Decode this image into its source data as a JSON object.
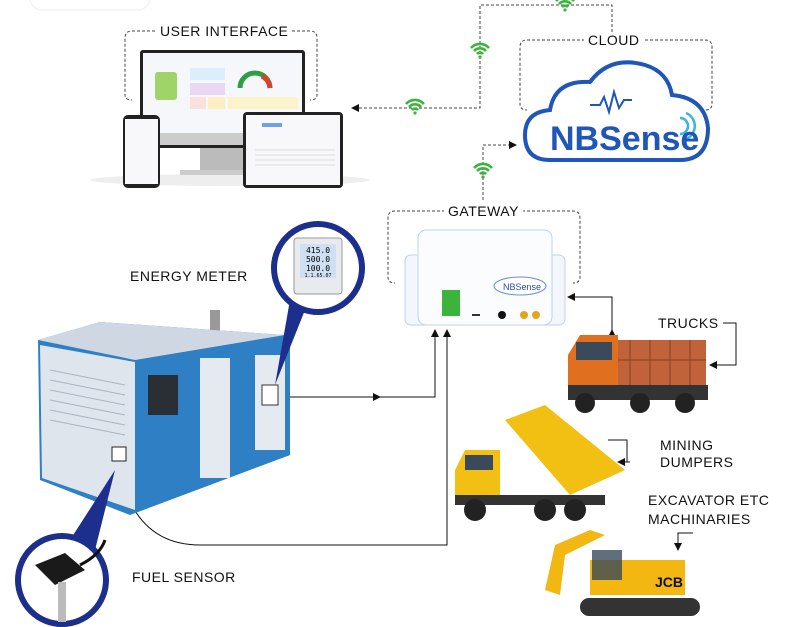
{
  "labels": {
    "user_interface": "USER INTERFACE",
    "cloud": "CLOUD",
    "gateway": "GATEWAY",
    "energy_meter": "ENERGY METER",
    "fuel_sensor": "FUEL SENSOR",
    "trucks": "TRUCKS",
    "mining_dumpers_1": "MINING",
    "mining_dumpers_2": "DUMPERS",
    "excavator_1": "EXCAVATOR ETC",
    "excavator_2": "MACHINARIES"
  },
  "brand": {
    "logo_text": "NBSense",
    "color": "#1f56b8",
    "pulse_color": "#1f56b8"
  },
  "meter_display": [
    "415.0",
    "500.0",
    "100.0",
    "1.1.65.07"
  ],
  "colors": {
    "wifi": "#3bb43b",
    "ring": "#1d2f8c",
    "generator": "#2f7fc4",
    "truck": "#e0701f",
    "dumper": "#f2c012",
    "excavator": "#f2b711"
  }
}
